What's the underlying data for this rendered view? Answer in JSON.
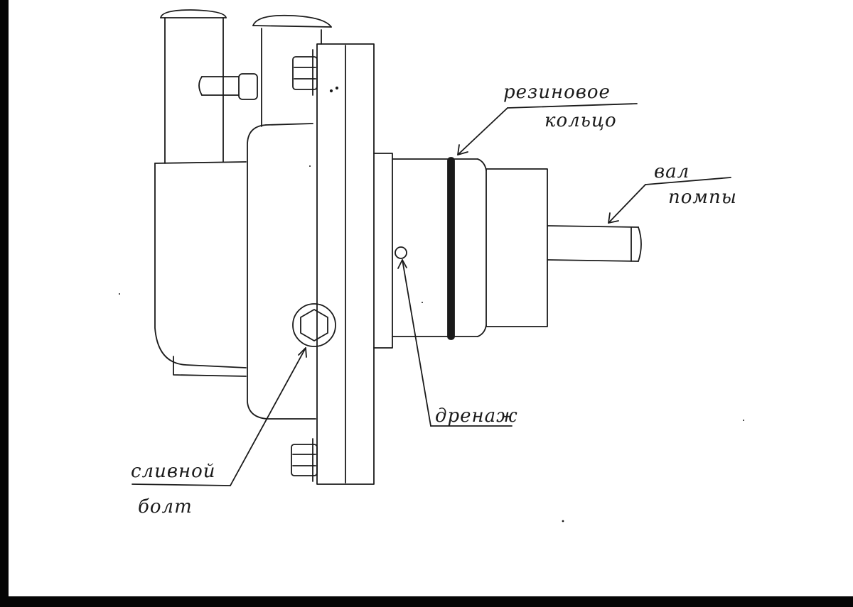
{
  "colors": {
    "ink": "#1a1a1a",
    "paper": "#ffffff",
    "scan_border": "#050505"
  },
  "labels": {
    "rubber_ring_line1": "резиновое",
    "rubber_ring_line2": "кольцо",
    "shaft_line1": "вал",
    "shaft_line2": "помпы",
    "drain": "дренаж",
    "drain_bolt_line1": "сливной",
    "drain_bolt_line2": "болт"
  }
}
